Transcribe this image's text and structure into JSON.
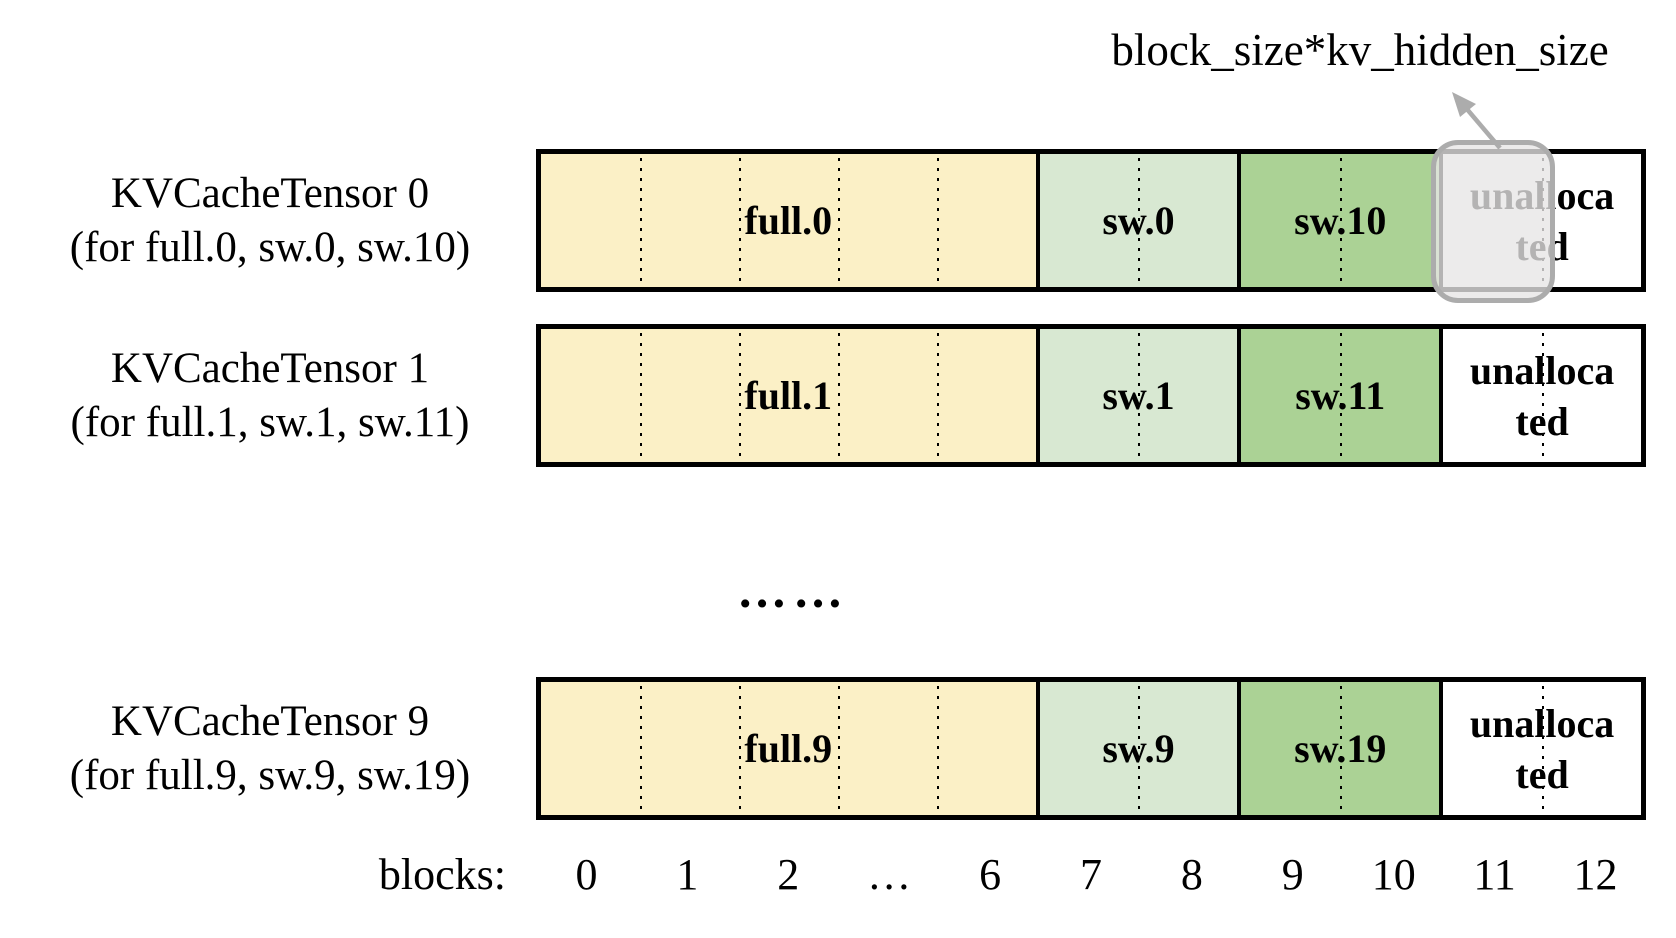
{
  "annotation": {
    "label": "block_size*kv_hidden_size"
  },
  "ellipsis": "……",
  "tensors": [
    {
      "name": "KVCacheTensor 0",
      "subtitle": "(for full.0, sw.0, sw.10)",
      "highlight_block": true,
      "segments": [
        {
          "label": "full.0",
          "color_key": "full",
          "cells": 5
        },
        {
          "label": "sw.0",
          "color_key": "sw_low",
          "cells": 2
        },
        {
          "label": "sw.10",
          "color_key": "sw_high",
          "cells": 2
        },
        {
          "label": "unalloca\nted",
          "color_key": "unallocated",
          "cells": 2
        }
      ]
    },
    {
      "name": "KVCacheTensor 1",
      "subtitle": "(for full.1, sw.1, sw.11)",
      "highlight_block": false,
      "segments": [
        {
          "label": "full.1",
          "color_key": "full",
          "cells": 5
        },
        {
          "label": "sw.1",
          "color_key": "sw_low",
          "cells": 2
        },
        {
          "label": "sw.11",
          "color_key": "sw_high",
          "cells": 2
        },
        {
          "label": "unalloca\nted",
          "color_key": "unallocated",
          "cells": 2
        }
      ]
    },
    {
      "name": "KVCacheTensor 9",
      "subtitle": "(for full.9, sw.9, sw.19)",
      "highlight_block": false,
      "segments": [
        {
          "label": "full.9",
          "color_key": "full",
          "cells": 5
        },
        {
          "label": "sw.9",
          "color_key": "sw_low",
          "cells": 2
        },
        {
          "label": "sw.19",
          "color_key": "sw_high",
          "cells": 2
        },
        {
          "label": "unalloca\nted",
          "color_key": "unallocated",
          "cells": 2
        }
      ]
    }
  ],
  "axis": {
    "label": "blocks:",
    "ticks": [
      "0",
      "1",
      "2",
      "…",
      "6",
      "7",
      "8",
      "9",
      "10",
      "11",
      "12"
    ]
  },
  "colors": {
    "full": "#FBF0C6",
    "sw_low": "#D8E8D2",
    "sw_high": "#ABD295",
    "unallocated": "#FFFFFF",
    "outline": "#000000",
    "highlight_fill": "#E7E6E6",
    "highlight_border": "#ACACAC",
    "arrow": "#ACACAC"
  }
}
